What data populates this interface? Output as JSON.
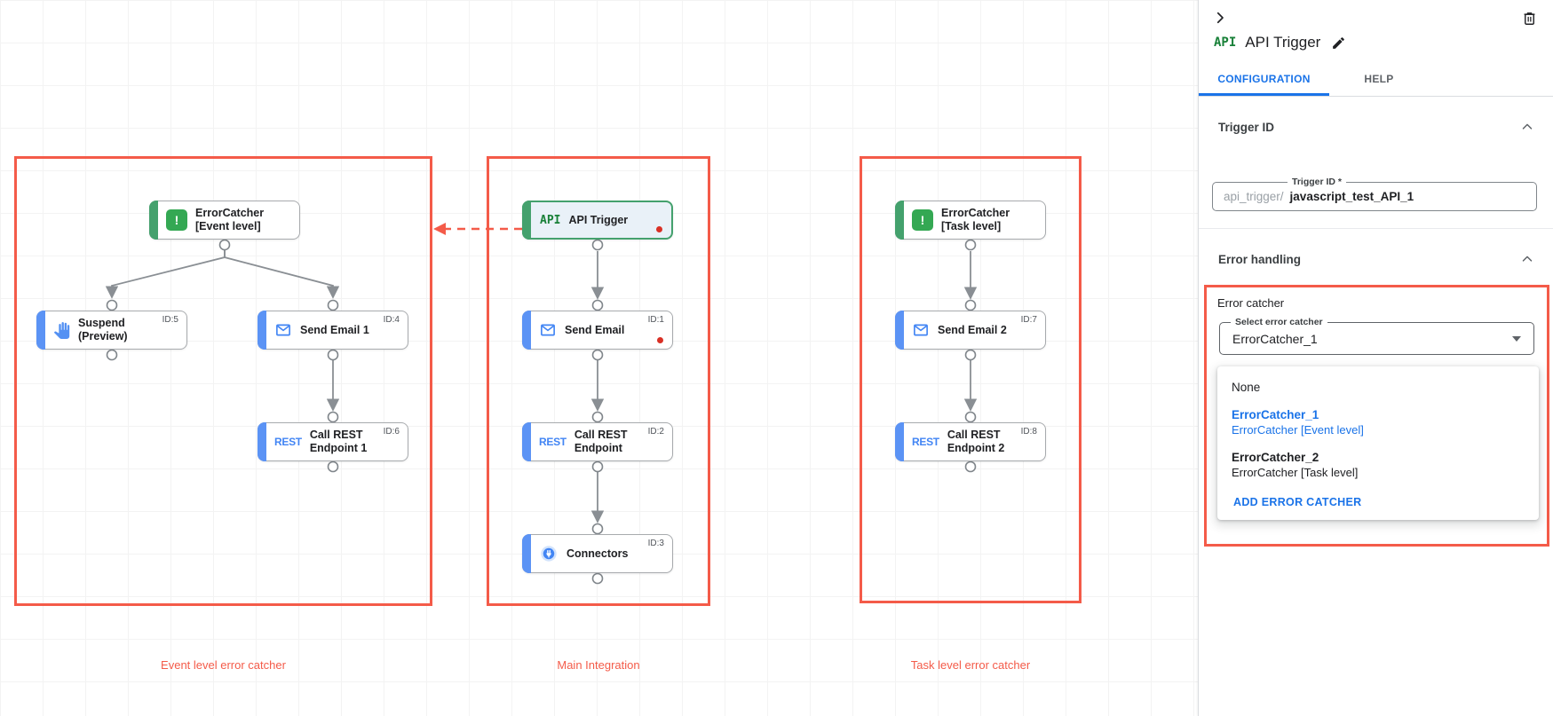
{
  "canvas": {
    "groups": [
      {
        "caption": "Event level error catcher"
      },
      {
        "caption": "Main Integration"
      },
      {
        "caption": "Task level error catcher"
      }
    ],
    "nodes": [
      {
        "label": "ErrorCatcher\n[Event level]",
        "badge": ""
      },
      {
        "label": "Suspend\n(Preview)",
        "badge": "ID:5"
      },
      {
        "label": "Send Email 1",
        "badge": "ID:4"
      },
      {
        "label": "Call REST\nEndpoint 1",
        "badge": "ID:6"
      },
      {
        "label": "API Trigger",
        "badge": ""
      },
      {
        "label": "Send Email",
        "badge": "ID:1"
      },
      {
        "label": "Call REST\nEndpoint",
        "badge": "ID:2"
      },
      {
        "label": "Connectors",
        "badge": "ID:3"
      },
      {
        "label": "ErrorCatcher\n[Task level]",
        "badge": ""
      },
      {
        "label": "Send Email 2",
        "badge": "ID:7"
      },
      {
        "label": "Call REST\nEndpoint 2",
        "badge": "ID:8"
      }
    ],
    "glyphs": {
      "error": "!",
      "api": "API",
      "rest": "REST"
    }
  },
  "panel": {
    "logo_text": "API",
    "title": "API Trigger",
    "tabs": {
      "configuration": "CONFIGURATION",
      "help": "HELP"
    },
    "trigger_id": {
      "section_title": "Trigger ID",
      "field_label": "Trigger ID *",
      "prefix": "api_trigger/",
      "value": "javascript_test_API_1"
    },
    "error_handling": {
      "section_title": "Error handling",
      "group_label": "Error catcher",
      "select_label": "Select error catcher",
      "select_value": "ErrorCatcher_1",
      "menu": {
        "none": "None",
        "opt1_name": "ErrorCatcher_1",
        "opt1_desc": "ErrorCatcher [Event level]",
        "opt2_name": "ErrorCatcher_2",
        "opt2_desc": "ErrorCatcher [Task level]",
        "add_label": "ADD ERROR CATCHER"
      }
    }
  },
  "colors": {
    "annotation_red": "#f45b49",
    "accent_blue": "#1a73e8",
    "node_blue": "#4285f4",
    "node_green": "#34a853",
    "selected_border_green": "#44a16d",
    "error_dot_red": "#d93025"
  }
}
